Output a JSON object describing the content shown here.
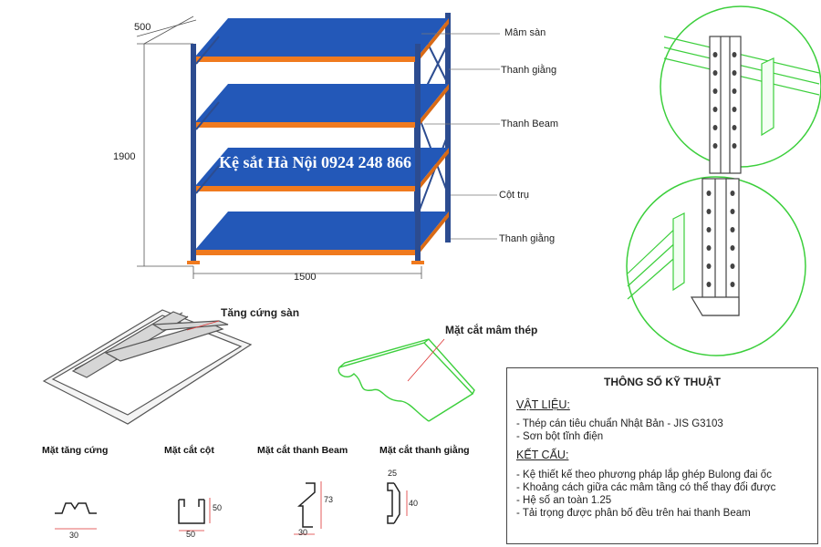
{
  "rack": {
    "dim_depth": "500",
    "dim_height": "1900",
    "dim_width": "1500",
    "watermark": "Kệ sắt Hà Nội 0924 248 866"
  },
  "callouts": {
    "mam_san": "Mâm sàn",
    "thanh_giang_top": "Thanh giằng",
    "thanh_beam": "Thanh Beam",
    "cot_tru": "Cột trụ",
    "thanh_giang_bottom": "Thanh giằng"
  },
  "panels": {
    "tang_cung_san": "Tăng cứng sàn",
    "mat_cat_mam_thep": "Mặt cắt mâm thép"
  },
  "sections": {
    "tang_cung": {
      "title": "Mặt tăng cứng",
      "dim1": "30"
    },
    "cot": {
      "title": "Mặt cắt cột",
      "dim1": "50",
      "dim2": "50"
    },
    "beam": {
      "title": "Mặt cắt thanh Beam",
      "dim1": "73",
      "dim2": "30"
    },
    "giang": {
      "title": "Mặt cắt thanh giằng",
      "dim1": "25",
      "dim2": "40"
    }
  },
  "spec": {
    "title": "THÔNG SỐ KỸ THUẬT",
    "material_heading": "VẬT LIỆU:",
    "material_items": [
      "- Thép cán tiêu chuẩn Nhật Bản - JIS G3103",
      "- Sơn bột tĩnh điện"
    ],
    "structure_heading": "KẾT CẤU:",
    "structure_items": [
      "- Kệ thiết kế theo phương pháp lắp ghép Bulong đai ốc",
      "- Khoảng cách giữa các mâm tầng có thể thay đổi được",
      "- Hệ số an toàn 1.25",
      "- Tải trọng được phân bố đều trên hai thanh Beam"
    ]
  },
  "colors": {
    "shelf_blue": "#2358b8",
    "beam_orange": "#f07a1e",
    "upright_blue": "#2c4c90",
    "detail_green": "#3ccf3c"
  }
}
